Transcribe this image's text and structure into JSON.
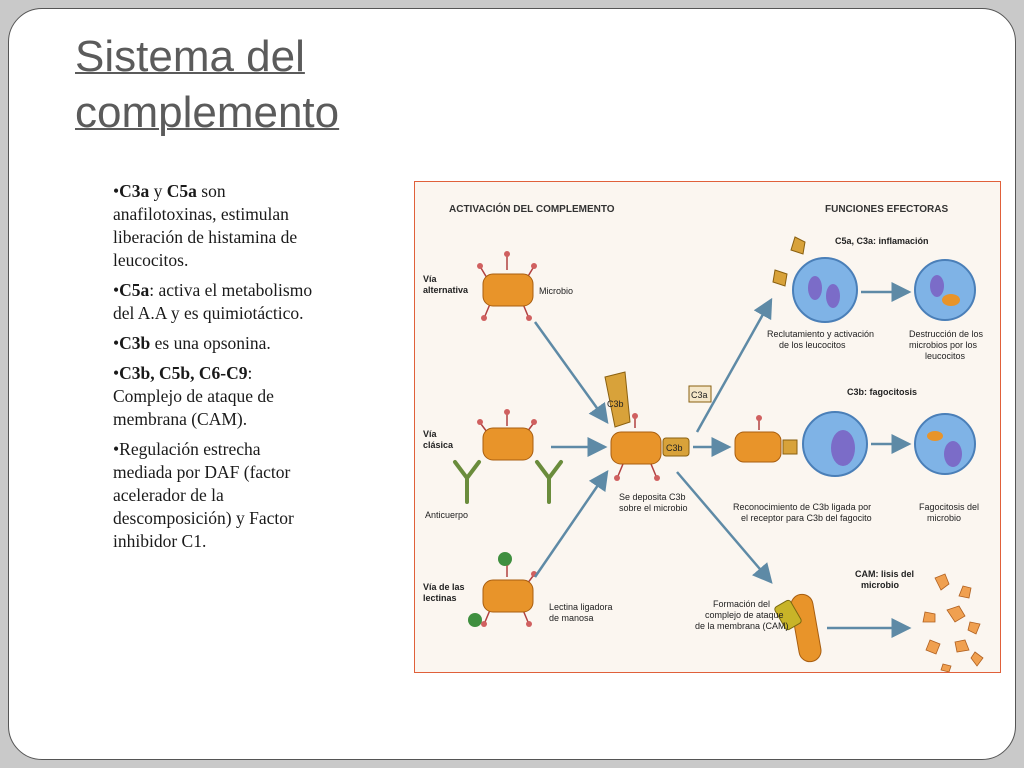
{
  "slide": {
    "title_line1": "Sistema del",
    "title_line2": "complemento",
    "bullets": [
      {
        "prefix": "•",
        "bold": "C3a",
        "mid": " y ",
        "bold2": "C5a",
        "rest": " son anafilotoxinas, estimulan liberación de histamina de leucocitos."
      },
      {
        "prefix": "•",
        "bold": "C5a",
        "mid": "",
        "bold2": "",
        "rest": ": activa el metabolismo del A.A y es quimiotáctico."
      },
      {
        "prefix": "•",
        "bold": "C3b",
        "mid": "",
        "bold2": "",
        "rest": " es una opsonina."
      },
      {
        "prefix": "•",
        "bold": "C3b, C5b, C6-C9",
        "mid": "",
        "bold2": "",
        "rest": ": Complejo de ataque de membrana (CAM)."
      },
      {
        "prefix": "•",
        "bold": "",
        "mid": "",
        "bold2": "",
        "rest": "Regulación estrecha mediada por DAF (factor acelerador de la descomposición) y Factor inhibidor C1."
      }
    ]
  },
  "diagram": {
    "header_left": "ACTIVACIÓN DEL COMPLEMENTO",
    "header_right": "FUNCIONES EFECTORAS",
    "via_alternativa": [
      "Vía",
      "alternativa"
    ],
    "via_clasica": [
      "Vía",
      "clásica"
    ],
    "via_lectinas": [
      "Vía de las",
      "lectinas"
    ],
    "microbio": "Microbio",
    "anticuerpo": "Anticuerpo",
    "lectina": [
      "Lectina ligadora",
      "de manosa"
    ],
    "c3b": "C3b",
    "c3a": "C3a",
    "deposita": [
      "Se deposita C3b",
      "sobre el microbio"
    ],
    "inflamacion": "C5a, C3a: inflamación",
    "reclutamiento": [
      "Reclutamiento y activación",
      "de los leucocitos"
    ],
    "destruccion": [
      "Destrucción de los",
      "microbios por los",
      "leucocitos"
    ],
    "fagocitosis_hdr": "C3b: fagocitosis",
    "reconocimiento": [
      "Reconocimiento de C3b ligada por",
      "el receptor para C3b del fagocito"
    ],
    "fagocitosis": [
      "Fagocitosis del",
      "microbio"
    ],
    "formacion": [
      "Formación del",
      "complejo de ataque",
      "de la membrana (CAM)"
    ],
    "cam_lisis": [
      "CAM: lisis del",
      "microbio"
    ],
    "colors": {
      "microbe": "#e8942a",
      "cell": "#7fb3e6",
      "nucleus": "#7b6cc8",
      "arrow": "#5e8aa6",
      "frame": "#e0603a",
      "lectin": "#3f8f3f"
    }
  }
}
